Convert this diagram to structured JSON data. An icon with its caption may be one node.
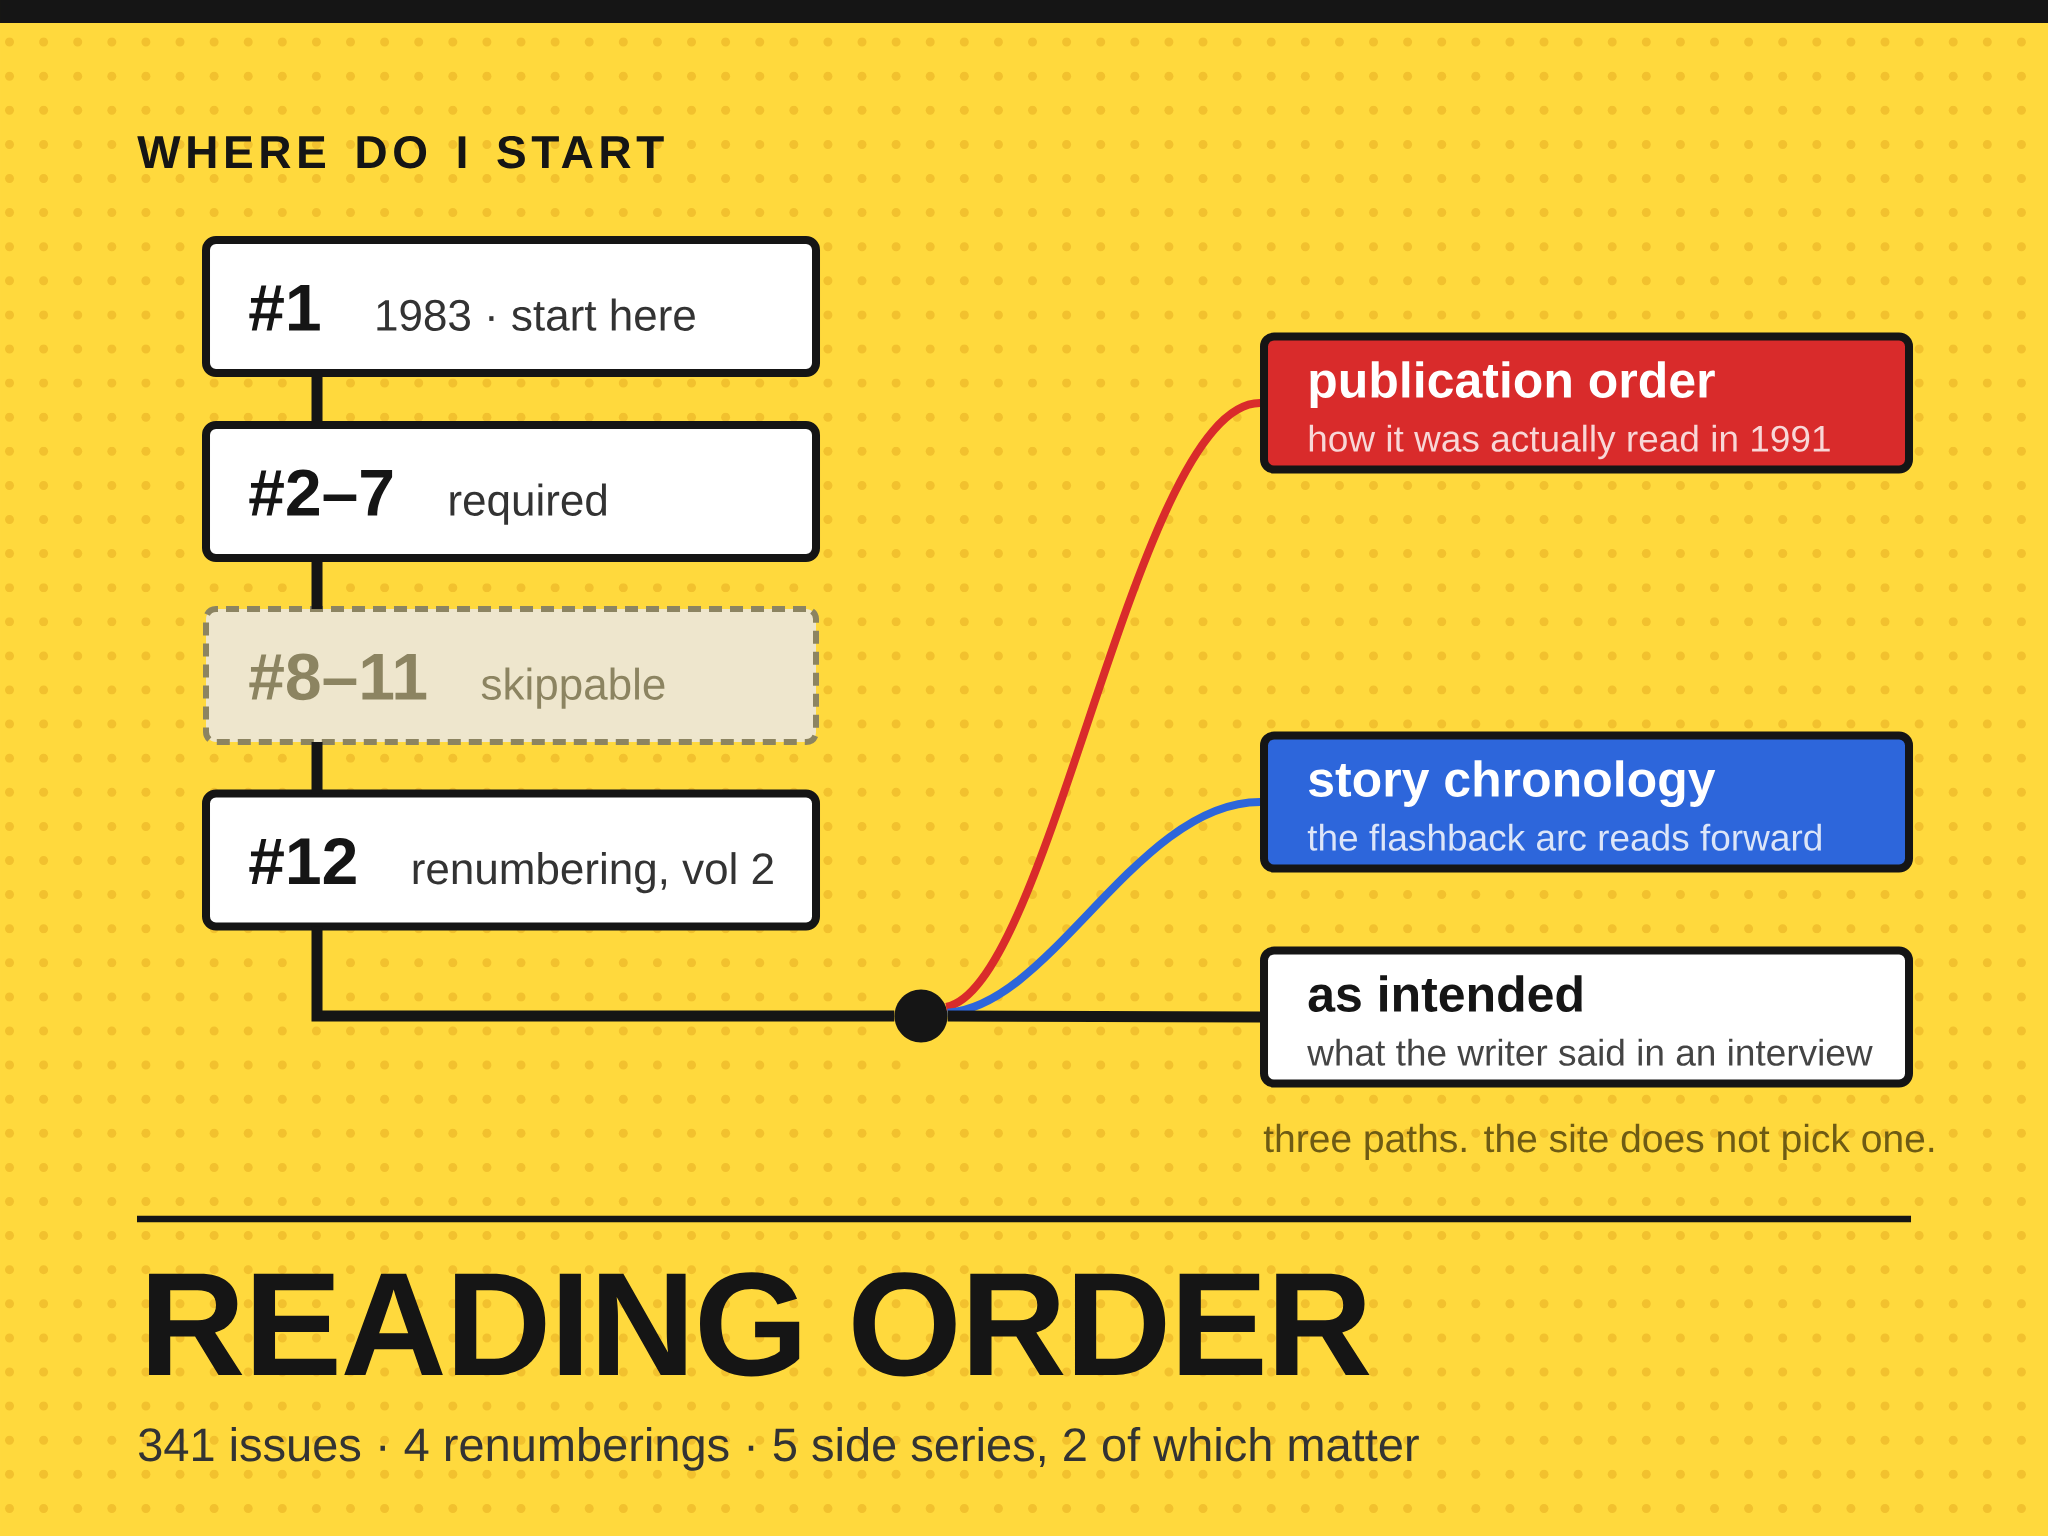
{
  "diagram": {
    "title": "READING ORDER",
    "caption": "341 issues · 4 renumberings · 5 side series, 2 of which matter",
    "nodes": [
      {
        "text": [
          "#1",
          "1983 · start here"
        ]
      },
      {
        "text": [
          "#2–7",
          "required"
        ]
      },
      {
        "text": [
          "#8–11",
          "skippable"
        ]
      },
      {
        "text": [
          "#12",
          "renumbering, vol 2"
        ]
      },
      {
        "text": [],
        "shape": "circle"
      },
      {
        "text": [
          "publication order",
          "how it was actually read in 1991"
        ]
      },
      {
        "text": [
          "story chronology",
          "the flashback arc reads forward"
        ]
      },
      {
        "text": [
          "as intended",
          "what the writer said in an interview"
        ]
      }
    ],
    "edges": [
      {
        "from": 0,
        "to": 1,
        "arrow": "none"
      },
      {
        "from": 1,
        "to": 2,
        "arrow": "none"
      },
      {
        "from": 2,
        "to": 3,
        "arrow": "none"
      },
      {
        "from": 3,
        "to": 4,
        "arrow": "none"
      },
      {
        "from": 4,
        "to": 5,
        "arrow": "none",
        "color": "#d92b2b"
      },
      {
        "from": 4,
        "to": 6,
        "arrow": "none",
        "color": "#2d66db"
      },
      {
        "from": 4,
        "to": 7,
        "arrow": "none"
      }
    ],
    "labels": [
      "WHERE DO I START",
      "three paths. the site does not pick one."
    ]
  }
}
